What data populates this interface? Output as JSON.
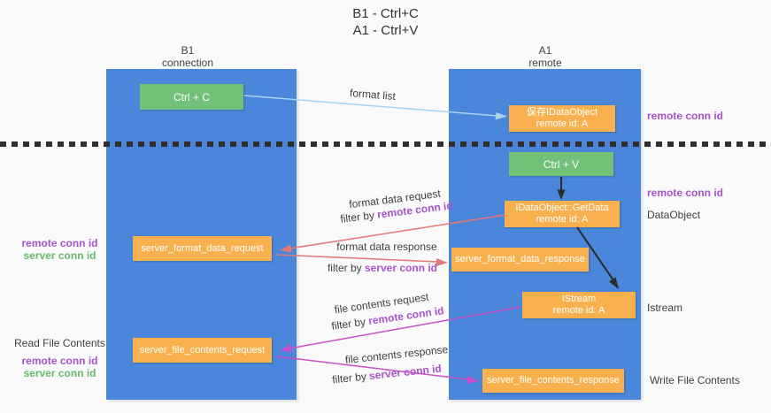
{
  "title": {
    "line1": "B1 - Ctrl+C",
    "line2": "A1 - Ctrl+V"
  },
  "lifelines": {
    "left": {
      "name": "B1",
      "subtitle": "connection"
    },
    "right": {
      "name": "A1",
      "subtitle": "remote"
    }
  },
  "nodes": {
    "ctrl_c": {
      "label": "Ctrl + C"
    },
    "ctrl_v": {
      "label": "Ctrl + V"
    },
    "save_dataobject": {
      "line1": "保存IDataObject",
      "line2": "remote id: A"
    },
    "getdata": {
      "line1": "IDataObject::GetData",
      "line2": "remote id: A"
    },
    "istream": {
      "line1": "IStream",
      "line2": "remote id: A"
    },
    "format_request": {
      "label": "server_format_data_request"
    },
    "format_response": {
      "label": "server_format_data_response"
    },
    "file_request": {
      "label": "server_file_contents_request"
    },
    "file_response": {
      "label": "server_file_contents_response"
    }
  },
  "edge_labels": {
    "format_list": "format list",
    "format_request": {
      "line1": "format data request",
      "prefix": "filter by ",
      "key": "remote conn id"
    },
    "format_response": {
      "line1": "format data response",
      "prefix": "filter by ",
      "key": "server conn id"
    },
    "file_request": {
      "line1": "file contents request",
      "prefix": "filter by ",
      "key": "remote conn id"
    },
    "file_response": {
      "line1": "file contents response",
      "prefix": "filter by ",
      "key": "server conn id"
    }
  },
  "side_labels": {
    "right_remote_top": "remote conn id",
    "right_remote_mid": "remote conn id",
    "dataobject": "DataObject",
    "istream": "Istream",
    "write_file": "Write File Contents",
    "left_remote_1": "remote conn id",
    "left_server_1": "server conn id",
    "read_file": "Read File Contents",
    "left_remote_2": "remote conn id",
    "left_server_2": "server conn id"
  },
  "colors": {
    "lifeline_fill": "#4a86d9",
    "green_box": "#73c078",
    "orange_box": "#f9b04e",
    "arrow_blue": "#a8d4f0",
    "arrow_red": "#e57777",
    "arrow_magenta": "#c94fc9",
    "arrow_black": "#2b2b2b",
    "text_purple": "#a853c9",
    "text_green": "#66bb6a"
  }
}
